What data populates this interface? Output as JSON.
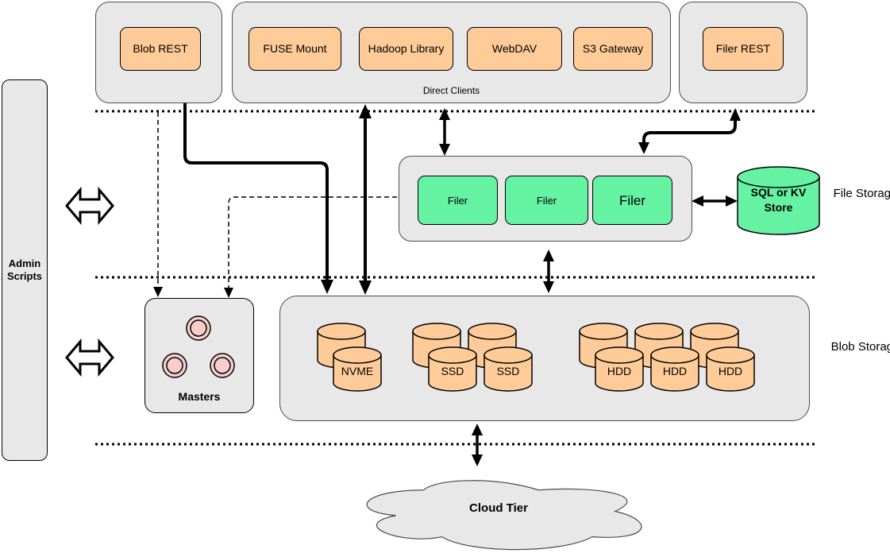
{
  "admin_scripts": {
    "label": "Admin Scripts"
  },
  "top_row": {
    "blob_rest": "Blob REST",
    "direct_clients": {
      "title": "Direct Clients",
      "items": [
        "FUSE Mount",
        "Hadoop Library",
        "WebDAV",
        "S3 Gateway"
      ]
    },
    "filer_rest": "Filer REST"
  },
  "file_storage_layer": {
    "label": "File Storage",
    "filers": [
      "Filer",
      "Filer",
      "Filer"
    ],
    "metadata_store": "SQL or KV Store"
  },
  "blob_storage_layer": {
    "label": "Blob Storage",
    "masters_label": "Masters",
    "volume_labels": {
      "nvme": [
        "NVME"
      ],
      "ssd": [
        "SSD",
        "SSD"
      ],
      "hdd": [
        "HDD",
        "HDD",
        "HDD"
      ]
    }
  },
  "cloud_layer": {
    "label": "Cloud Tier"
  },
  "colors": {
    "container_gray": "#e8e8e8",
    "client_orange": "#ffcc99",
    "filer_green": "#66f2a3",
    "master_pink": "#f8cecc",
    "line_black": "#000000"
  }
}
